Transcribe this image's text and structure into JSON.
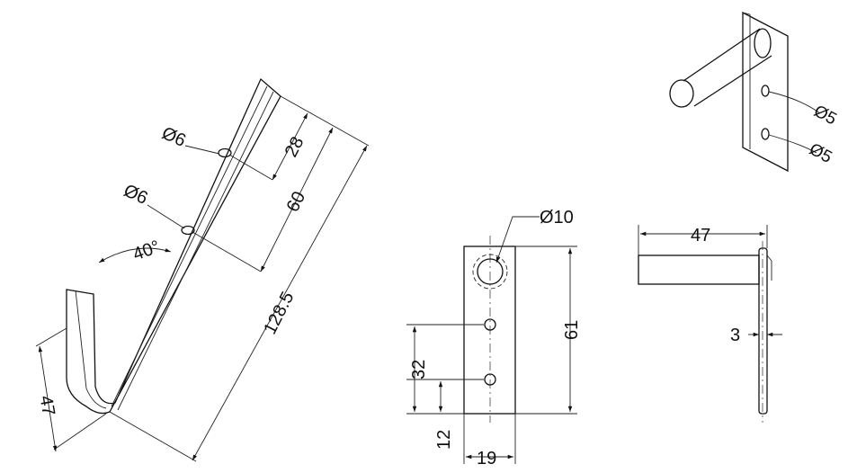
{
  "dimensions": {
    "iso_hole_top": "Ø6",
    "iso_hole_bottom": "Ø6",
    "iso_hole_spacing_top": "28",
    "iso_hole_spacing": "60",
    "iso_total_length": "128.5",
    "iso_angle": "40°",
    "iso_hook_height": "47",
    "front_peg_diameter": "Ø10",
    "front_height": "61",
    "front_hole_spacing": "32",
    "front_bottom_offset": "12",
    "front_width": "19",
    "side_peg_length": "47",
    "side_thickness": "3",
    "small_iso_hole_top": "Ø5",
    "small_iso_hole_bottom": "Ø5"
  }
}
